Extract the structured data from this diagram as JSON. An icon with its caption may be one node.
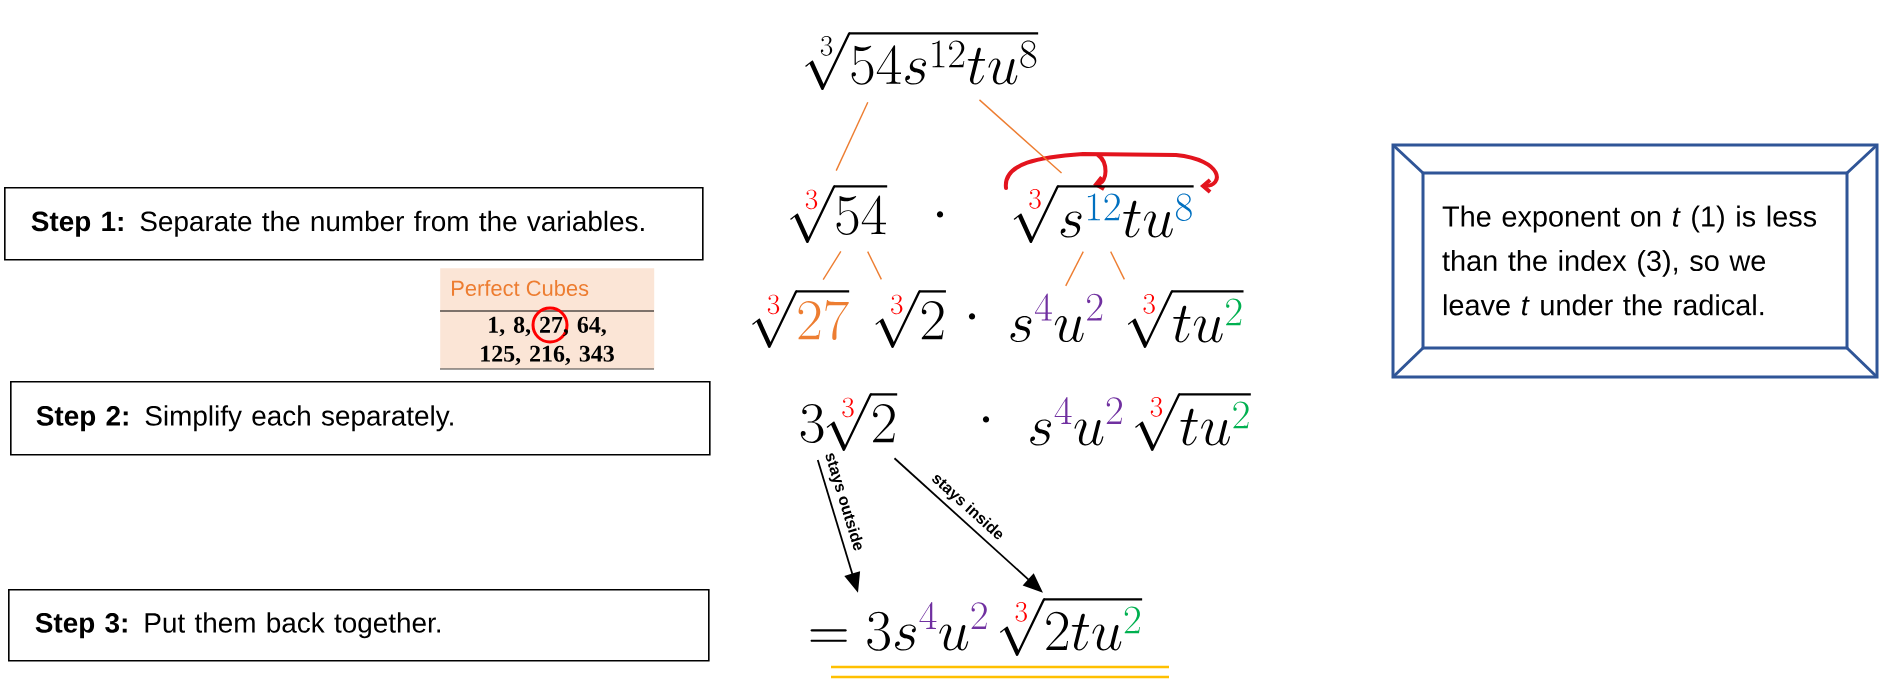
{
  "diagram": {
    "nodes": [
      {
        "text": [
          "\\sqrt[3]{54s^{12}tu^{8}}"
        ]
      },
      {
        "text": [
          "**Step 1:** Separate the number from the variables."
        ]
      },
      {
        "text": [
          "\\sqrt[\\color{red}3]{54}"
        ]
      },
      {
        "text": [
          "\\sqrt[\\color{red}3]{s^{\\color[HTML]{0070C0}12}tu^{\\color[HTML]{0070C0}8}}"
        ]
      },
      {
        "text": [
          "The exponent on *t* (1) is less than the index (3), so we leave *t* under the radical."
        ]
      },
      {
        "text": [
          "Perfect Cubes",
          "1, 8, 27, 64, 125, 216, 343"
        ]
      },
      {
        "text": [
          "\\sqrt[\\color{red}3]{\\color[HTML]{ED7D31}27}"
        ]
      },
      {
        "text": [
          "\\sqrt[\\color{red}3]{2}"
        ]
      },
      {
        "text": [
          "s^{\\color[HTML]{7030A0}4}u^{\\color[HTML]{7030A0}2}"
        ]
      },
      {
        "text": [
          "\\sqrt[\\color{red}3]{tu^{\\color[HTML]{00B050}2}}"
        ]
      },
      {
        "text": [
          "**Step 2:** Simplify each separately."
        ]
      },
      {
        "text": [
          "3\\sqrt[\\color{red}3]{2}"
        ]
      },
      {
        "text": [
          "**Step 3:** Put them back together."
        ]
      },
      {
        "text": [
          "=3s^{\\color[HTML]{7030A0}4}u^{\\color[HTML]{7030A0}2}\\,\\sqrt[\\color{red}3]{2tu^{\\color[HTML]{00B050}2}}"
        ]
      }
    ],
    "edges": [
      {
        "from": 0,
        "to": 2,
        "arrow": "none"
      },
      {
        "from": 0,
        "to": 3,
        "arrow": "none"
      },
      {
        "from": 2,
        "to": 6,
        "arrow": "none"
      },
      {
        "from": 2,
        "to": 7,
        "arrow": "none"
      },
      {
        "from": 3,
        "to": 8,
        "arrow": "none"
      },
      {
        "from": 3,
        "to": 9,
        "arrow": "none"
      },
      {
        "from": 11,
        "to": 13,
        "arrow": "to",
        "label": "stays outside",
        "color": "#000000"
      },
      {
        "from": 11,
        "to": 13,
        "arrow": "to",
        "label": "stays inside",
        "color": "#000000"
      }
    ],
    "labels": [
      "\\cdot",
      "\\cdot",
      "\\cdot",
      "s^{\\color[HTML]{7030A0}4}u^{\\color[HTML]{7030A0}2}\\,\\sqrt[\\color{red}3]{tu^{\\color[HTML]{00B050}2}}"
    ]
  }
}
